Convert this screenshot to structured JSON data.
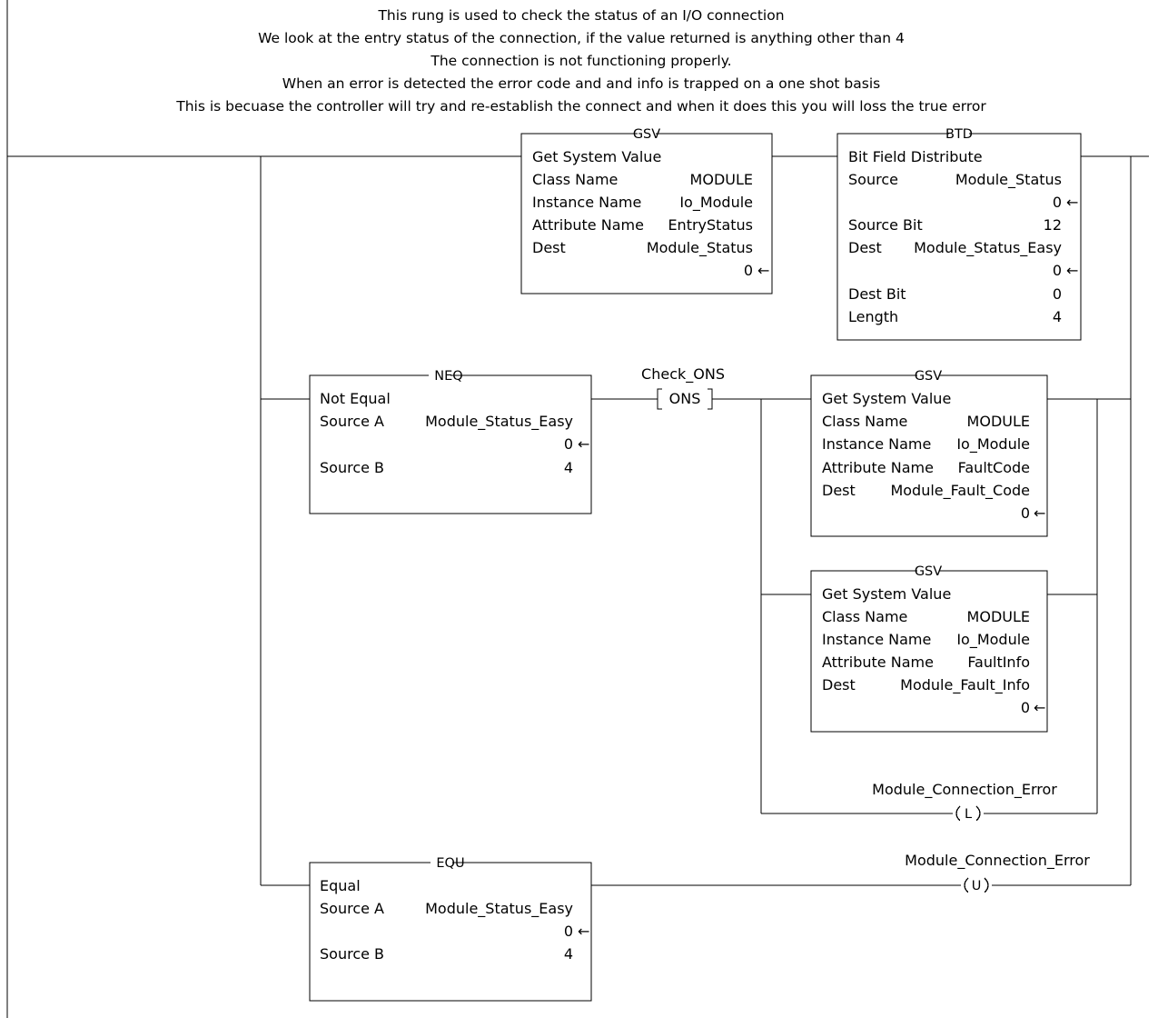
{
  "rung_comment": [
    "This rung is used to check the status of an I/O connection",
    "We look at the entry status of the connection, if the value returned is anything other than 4",
    "The connection is not functioning properly.",
    "When an error is detected the error code and and info is trapped on a one shot basis",
    "This is becuase the controller will try and re-establish the connect and when it does this you will loss the true error"
  ],
  "gsv_entry": {
    "mnemonic": "GSV",
    "title": "Get System Value",
    "class_label": "Class Name",
    "class_value": "MODULE",
    "instance_label": "Instance Name",
    "instance_value": "Io_Module",
    "attribute_label": "Attribute Name",
    "attribute_value": "EntryStatus",
    "dest_label": "Dest",
    "dest_value": "Module_Status",
    "dest_live": "0"
  },
  "btd": {
    "mnemonic": "BTD",
    "title": "Bit Field Distribute",
    "source_label": "Source",
    "source_value": "Module_Status",
    "source_live": "0",
    "source_bit_label": "Source Bit",
    "source_bit_value": "12",
    "dest_label": "Dest",
    "dest_value": "Module_Status_Easy",
    "dest_live": "0",
    "dest_bit_label": "Dest Bit",
    "dest_bit_value": "0",
    "length_label": "Length",
    "length_value": "4"
  },
  "neq": {
    "mnemonic": "NEQ",
    "title": "Not Equal",
    "source_a_label": "Source A",
    "source_a_value": "Module_Status_Easy",
    "source_a_live": "0",
    "source_b_label": "Source B",
    "source_b_value": "4"
  },
  "ons": {
    "tag": "Check_ONS",
    "label": "ONS"
  },
  "gsv_fault_code": {
    "mnemonic": "GSV",
    "title": "Get System Value",
    "class_label": "Class Name",
    "class_value": "MODULE",
    "instance_label": "Instance Name",
    "instance_value": "Io_Module",
    "attribute_label": "Attribute Name",
    "attribute_value": "FaultCode",
    "dest_label": "Dest",
    "dest_value": "Module_Fault_Code",
    "dest_live": "0"
  },
  "gsv_fault_info": {
    "mnemonic": "GSV",
    "title": "Get System Value",
    "class_label": "Class Name",
    "class_value": "MODULE",
    "instance_label": "Instance Name",
    "instance_value": "Io_Module",
    "attribute_label": "Attribute Name",
    "attribute_value": "FaultInfo",
    "dest_label": "Dest",
    "dest_value": "Module_Fault_Info",
    "dest_live": "0"
  },
  "otl": {
    "tag": "Module_Connection_Error",
    "label": "L"
  },
  "equ": {
    "mnemonic": "EQU",
    "title": "Equal",
    "source_a_label": "Source A",
    "source_a_value": "Module_Status_Easy",
    "source_a_live": "0",
    "source_b_label": "Source B",
    "source_b_value": "4"
  },
  "otu": {
    "tag": "Module_Connection_Error",
    "label": "U"
  },
  "live_arrow": "←"
}
